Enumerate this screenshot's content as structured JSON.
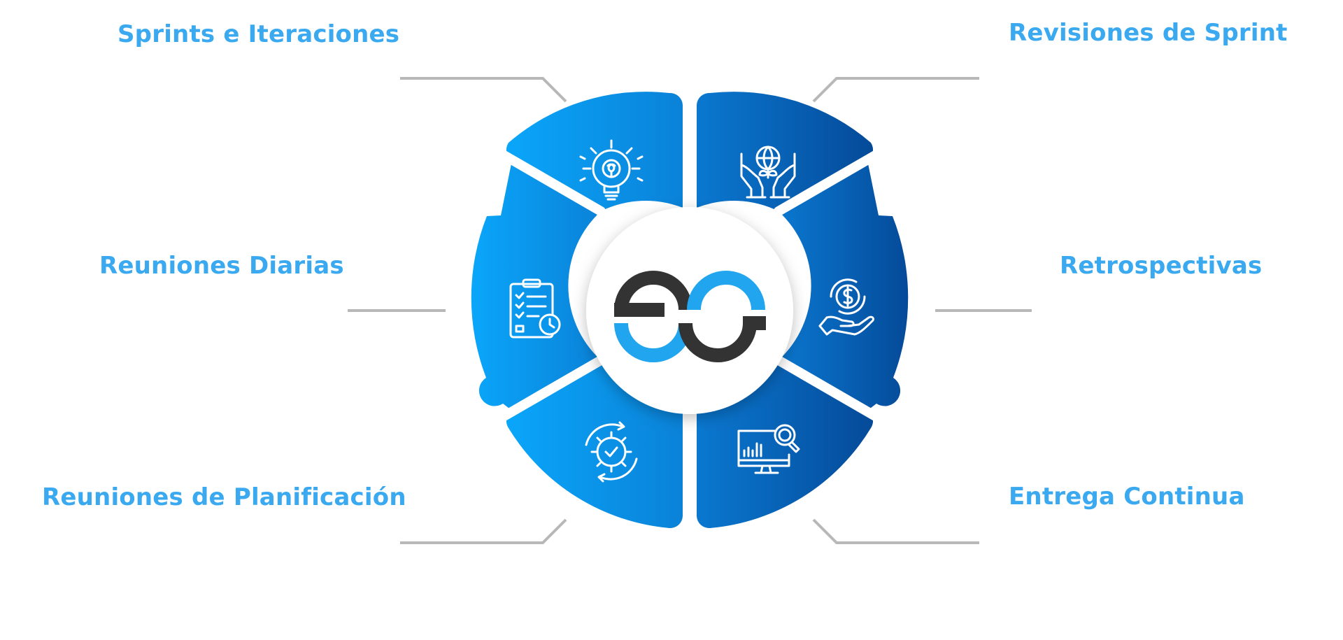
{
  "labels": {
    "sprints": "Sprints e Iteraciones",
    "daily": "Reuniones Diarias",
    "planning": "Reuniones de Planificación",
    "reviews": "Revisiones de Sprint",
    "retros": "Retrospectivas",
    "delivery": "Entrega Continua"
  },
  "icons": {
    "sprints": "lightbulb-gear-icon",
    "daily": "clipboard-checklist-clock-icon",
    "planning": "gear-cycle-check-icon",
    "reviews": "hands-globe-plant-icon",
    "retros": "hand-dollar-coin-icon",
    "delivery": "monitor-chart-magnifier-icon"
  },
  "colors": {
    "label": "#3ba9f0",
    "left_light": "#0aa0f6",
    "left_dark": "#0a7fd6",
    "right_light": "#0a76ce",
    "right_dark": "#064c9c",
    "connector": "#b8b8b8",
    "logo_dark": "#333333",
    "logo_blue": "#22a5ef"
  }
}
